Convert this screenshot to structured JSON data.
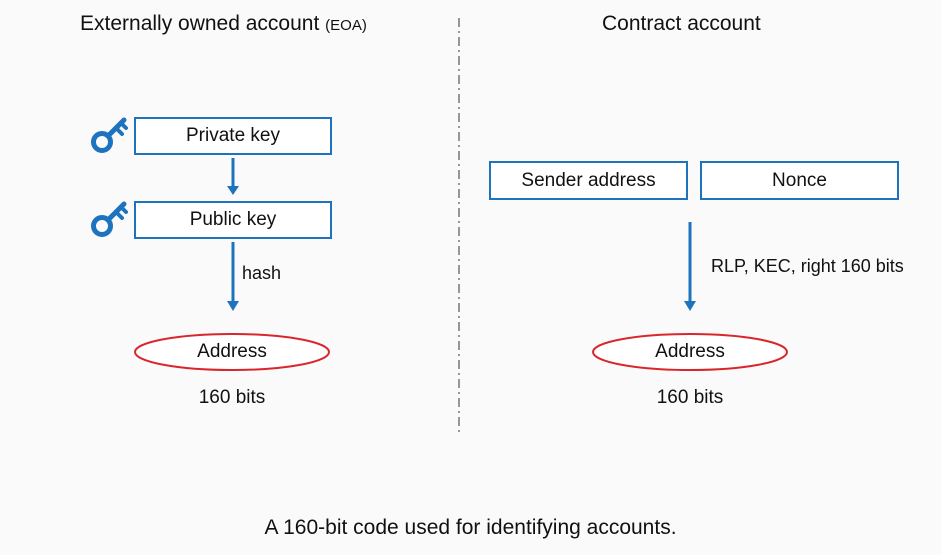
{
  "left": {
    "title": "Externally owned account",
    "title_suffix": "(EOA)",
    "private_key_label": "Private key",
    "public_key_label": "Public key",
    "hash_label": "hash",
    "address_label": "Address",
    "bits_label": "160 bits",
    "icons": [
      "key-icon",
      "key-icon"
    ]
  },
  "right": {
    "title": "Contract account",
    "sender_label": "Sender address",
    "nonce_label": "Nonce",
    "edge_label": "RLP, KEC, right 160 bits",
    "address_label": "Address",
    "bits_label": "160 bits"
  },
  "caption": "A 160-bit code used for identifying accounts.",
  "colors": {
    "box_border": "#1e73be",
    "arrow": "#1e73be",
    "key_icon": "#1e73be",
    "ellipse_border": "#d9262c",
    "divider": "#555555"
  }
}
